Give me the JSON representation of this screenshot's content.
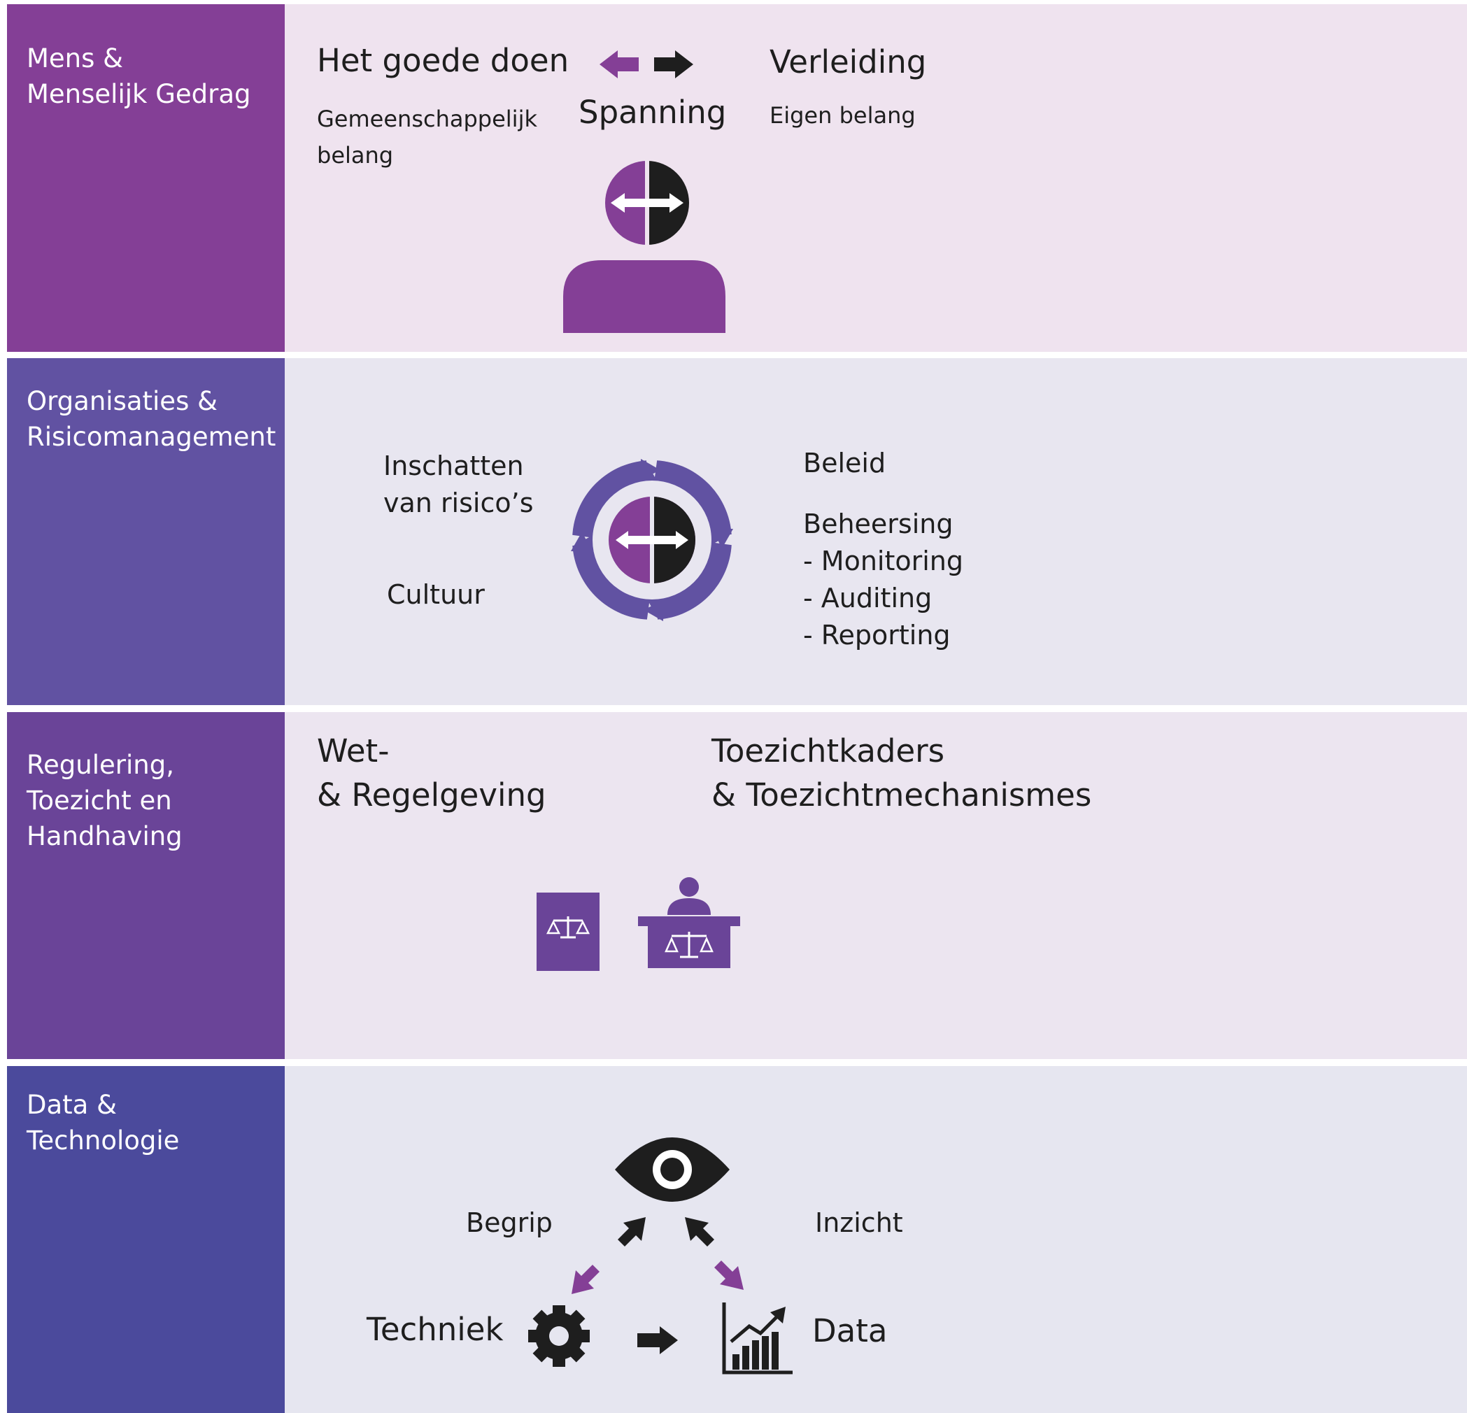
{
  "colors": {
    "row1_side": "#843f96",
    "row2_side": "#6152a2",
    "row3_side": "#6a4498",
    "row4_side": "#4b4a9c",
    "panel1": "#efe3ef",
    "panel2": "#e8e6f0",
    "panel3": "#ece5f0",
    "panel4": "#e6e6f0",
    "purple": "#843f96",
    "violet": "#6152a2",
    "dark": "#1e1e1e",
    "white": "#ffffff"
  },
  "rows": [
    {
      "label": "Mens &\nMenselijk Gedrag",
      "left_title": "Het goede doen",
      "left_sub": "Gemeenschappelijk\nbelang",
      "center": "Spanning",
      "right_title": "Verleiding",
      "right_sub": "Eigen belang",
      "icons": [
        "arrow-left-icon",
        "arrow-right-icon",
        "person-tension-icon"
      ]
    },
    {
      "label": "Organisaties &\nRisicomanagement",
      "left_top": "Inschatten\nvan risico’s",
      "left_bottom": "Cultuur",
      "right_top": "Beleid",
      "right_bottom": "Beheersing\n- Monitoring\n- Auditing\n- Reporting",
      "icons": [
        "cycle-icon"
      ]
    },
    {
      "label": "Regulering,\nToezicht en\nHandhaving",
      "left_title": "Wet-\n& Regelgeving",
      "right_title": "Toezichtkaders\n& Toezichtmechanismes",
      "icons": [
        "law-book-icon",
        "judge-desk-icon"
      ]
    },
    {
      "label": "Data &\nTechnologie",
      "left_mid": "Begrip",
      "right_mid": "Inzicht",
      "bottom_left": "Techniek",
      "bottom_right": "Data",
      "icons": [
        "eye-icon",
        "gear-icon",
        "bar-chart-icon",
        "diagonal-arrows-icon"
      ]
    }
  ]
}
